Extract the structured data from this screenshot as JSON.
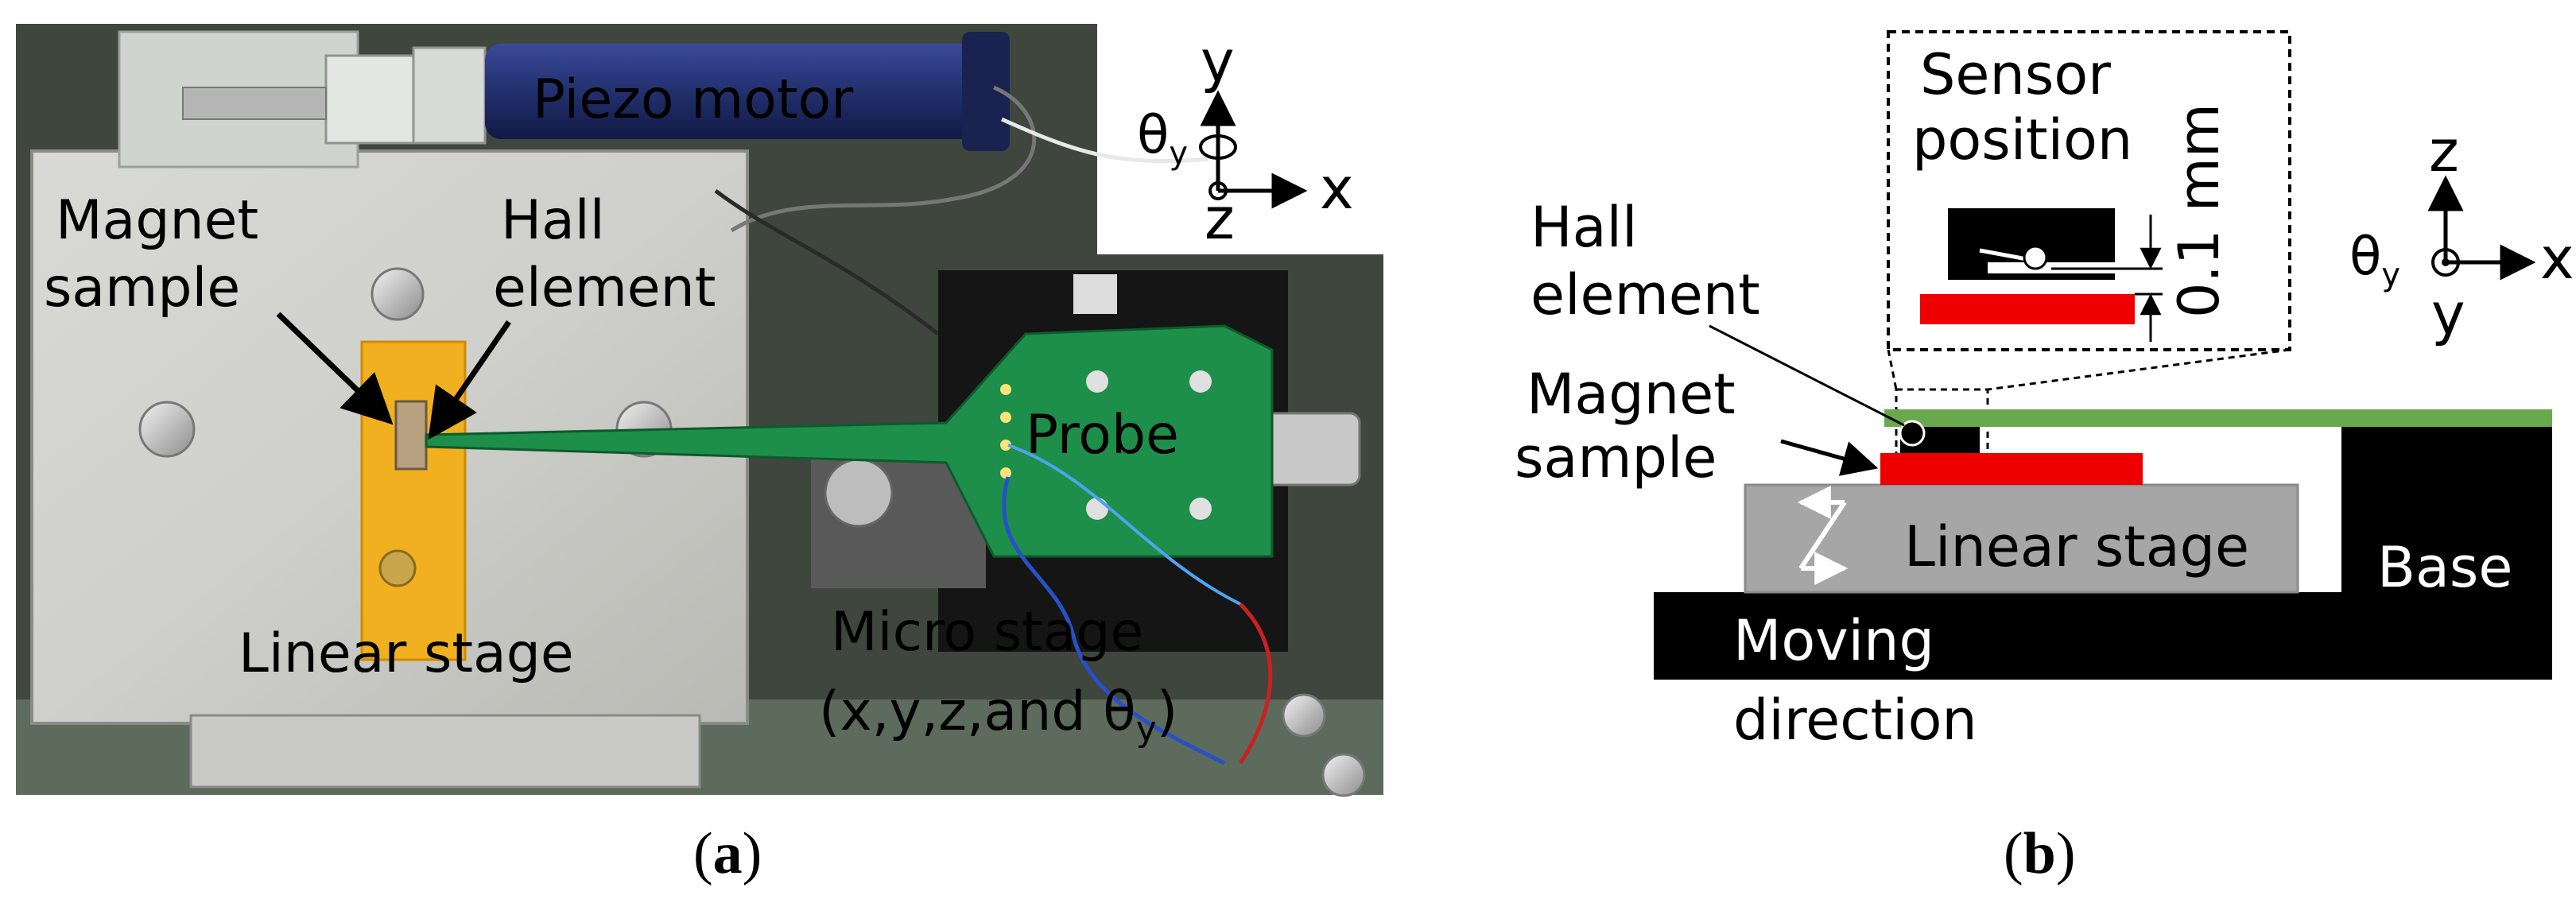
{
  "panel_a": {
    "labels": {
      "piezo_motor": "Piezo motor",
      "magnet_sample_1": "Magnet",
      "magnet_sample_2": "sample",
      "hall_element_1": "Hall",
      "hall_element_2": "element",
      "probe": "Probe",
      "linear_stage": "Linear stage",
      "micro_stage_1": "Micro stage",
      "micro_stage_2": "(x,y,z,and θ",
      "micro_stage_sub": "y",
      "micro_stage_close": ")"
    },
    "axes": {
      "y": "y",
      "x": "x",
      "z": "z",
      "theta": "θ",
      "theta_sub": "y"
    },
    "caption_open": "(",
    "caption_letter": "a",
    "caption_close": ")"
  },
  "panel_b": {
    "labels": {
      "sensor_position_1": "Sensor",
      "sensor_position_2": "position",
      "distance": "0.1 mm",
      "hall_element_1": "Hall",
      "hall_element_2": "element",
      "magnet_sample_1": "Magnet",
      "magnet_sample_2": "sample",
      "linear_stage": "Linear stage",
      "base": "Base",
      "moving_direction_1": "Moving",
      "moving_direction_2": "direction"
    },
    "axes": {
      "z": "z",
      "x": "x",
      "y": "y",
      "theta": "θ",
      "theta_sub": "y"
    },
    "colors": {
      "magnet": "#ee0000",
      "probe_board": "#6aa84f",
      "stage": "#a6a6a6",
      "base": "#000000"
    },
    "caption_open": "(",
    "caption_letter": "b",
    "caption_close": ")"
  }
}
